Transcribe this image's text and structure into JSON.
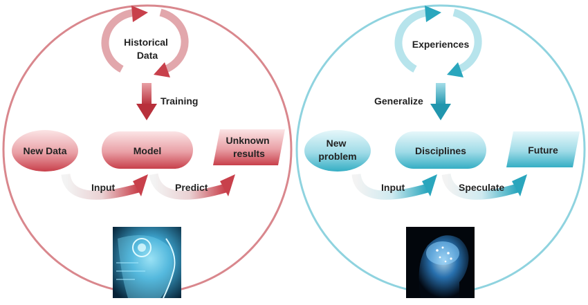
{
  "colors": {
    "left_accent": "#c8404b",
    "left_fill_light": "#f7dfe0",
    "right_accent": "#2aa6bd",
    "right_fill_light": "#d9f1f6",
    "text": "#222222"
  },
  "left": {
    "cycle_label": "Historical Data",
    "cycle_label_lines": [
      "Historical",
      "Data"
    ],
    "down_arrow_label": "Training",
    "input_box": "New Data",
    "center_box": "Model",
    "output_box": "Unknown results",
    "output_box_lines": [
      "Unknown",
      "results"
    ],
    "arrow_1_label": "Input",
    "arrow_2_label": "Predict",
    "image": "robot-head-image"
  },
  "right": {
    "cycle_label": "Experiences",
    "down_arrow_label": "Generalize",
    "input_box": "New problem",
    "input_box_lines": [
      "New",
      "problem"
    ],
    "center_box": "Disciplines",
    "output_box": "Future",
    "arrow_1_label": "Input",
    "arrow_2_label": "Speculate",
    "image": "human-brain-image"
  }
}
